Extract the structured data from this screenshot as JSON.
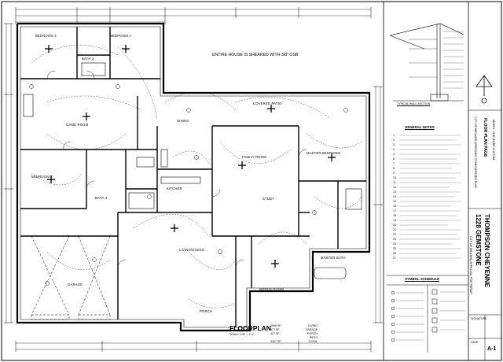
{
  "plan": {
    "title": "FLOORPLAN",
    "scale": "SCALE: 1/8\" = 1'-0\"",
    "sheathing_note": "ENTIRE HOUSE IS SHEARED WITH 3/8\" OSB",
    "area_table": [
      {
        "value": "2508 SF",
        "label": "LIVING"
      },
      {
        "value": "677 SF",
        "label": "GARAGE"
      },
      {
        "value": "427 SF",
        "label": "PORCH"
      },
      {
        "value": "",
        "label": "PATIO"
      },
      {
        "value": "3327 SF",
        "label": "TOTAL"
      }
    ]
  },
  "rooms": {
    "bedroom4": "BEDROOM 4",
    "bedroom3": "BEDROOM 3",
    "bath3": "BATH 3",
    "game": "GAME ROOM",
    "dining": "DINING",
    "covered_patio": "COVERED PATIO",
    "family": "FAMILY ROOM",
    "master": "MASTER BEDROOM",
    "bedroom2": "BEDROOM 2",
    "kitchen": "KITCHEN",
    "bath2": "BATH 2",
    "living": "LIVING/DINING",
    "garage": "GARAGE",
    "study": "STUDY",
    "master_bath": "MASTER BATH",
    "bonus": "BONUS ROOM",
    "porch": "PORCH"
  },
  "wall_section": {
    "title": "TYPICAL WALL SECTION"
  },
  "notes": {
    "title": "GENERAL NOTES",
    "items": [
      "1.",
      "2.",
      "3.",
      "4.",
      "5.",
      "6.",
      "7.",
      "8.",
      "9.",
      "10.",
      "11.",
      "12.",
      "13.",
      "14.",
      "15.",
      "16.",
      "17.",
      "18.",
      "19.",
      "20.",
      "21.",
      "22.",
      "23.",
      "24.",
      "25.",
      "26.",
      "27."
    ]
  },
  "symbols": {
    "title": "SYMBOL SCHEDULE"
  },
  "title_block": {
    "project_line1": "THOMPSON CHEYENNE",
    "project_line2": "1228 GEMSTONE",
    "page_line1": "FLOOR PLAN PAGE",
    "page_line2": "MODEL: CHEYENNE CUSTOM",
    "approval_line1": "CITY OF MIDLAND APPROVED STANDARDIZED PLAN",
    "approval_line2": "CITY OF MIDLAND APPROVAL FOR PERMIT",
    "signature": "SIGNATURE",
    "date": "DATE",
    "sheet": "A-1"
  }
}
